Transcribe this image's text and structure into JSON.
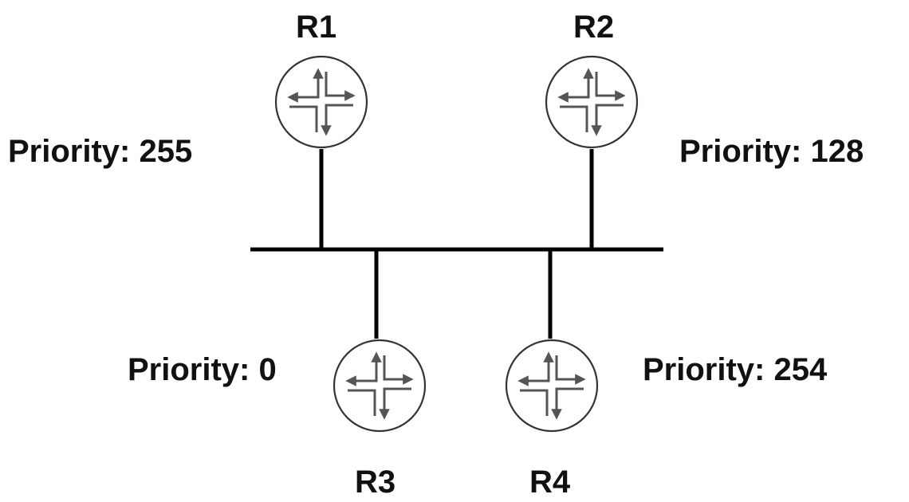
{
  "routers": [
    {
      "id": "R1",
      "name": "R1",
      "priority_text": "Priority: 255",
      "priority": 255
    },
    {
      "id": "R2",
      "name": "R2",
      "priority_text": "Priority: 128",
      "priority": 128
    },
    {
      "id": "R3",
      "name": "R3",
      "priority_text": "Priority: 0",
      "priority": 0
    },
    {
      "id": "R4",
      "name": "R4",
      "priority_text": "Priority: 254",
      "priority": 254
    }
  ],
  "colors": {
    "line": "#000000",
    "router_stroke": "#333333",
    "router_fill": "#ffffff",
    "arrow": "#555555",
    "text": "#111111"
  },
  "icons": {
    "router": "router-icon"
  }
}
